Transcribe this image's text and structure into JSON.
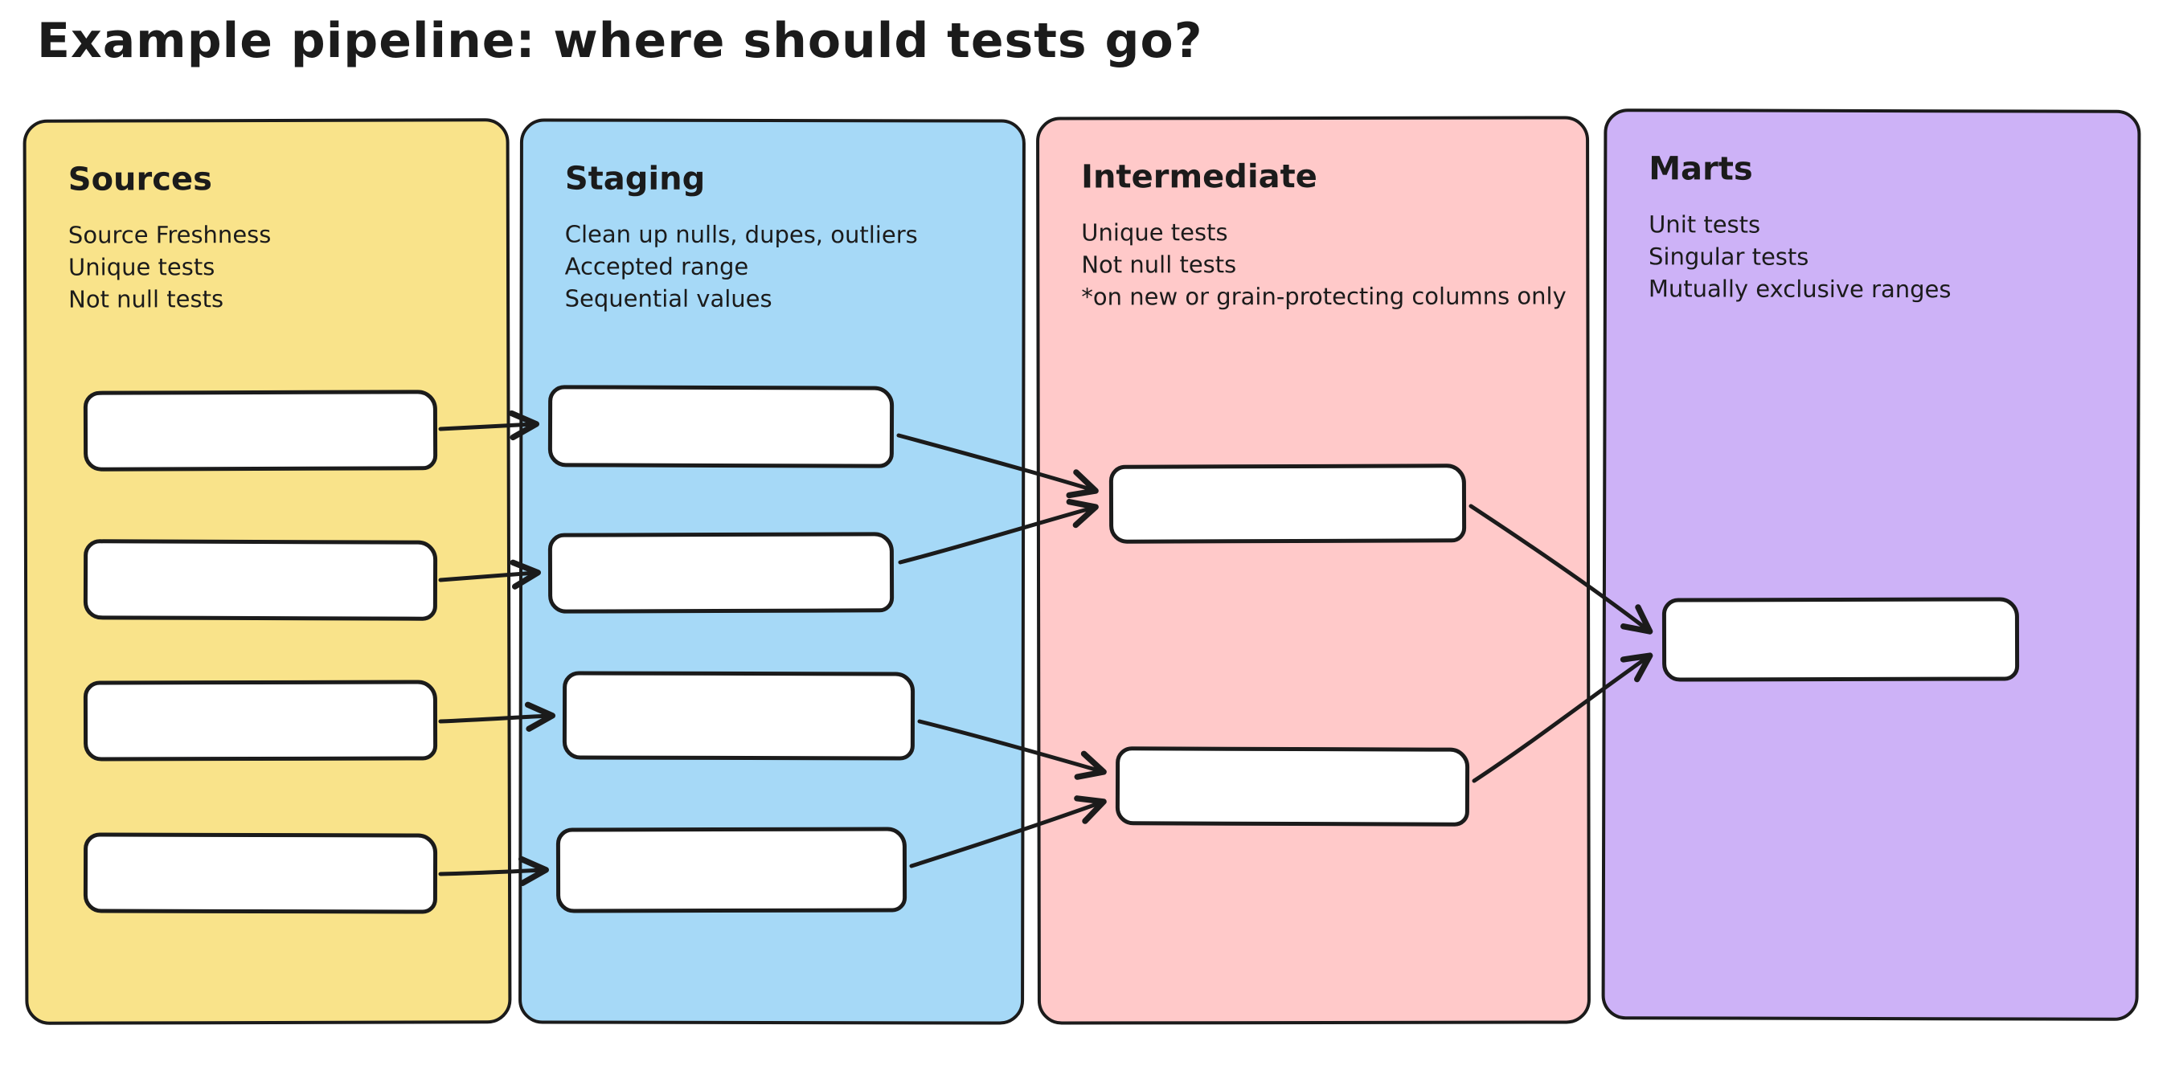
{
  "title": "Example pipeline: where should tests go?",
  "columns": {
    "sources": {
      "label": "Sources",
      "notes": [
        "Source Freshness",
        "Unique tests",
        "Not null tests"
      ],
      "node_count": 4
    },
    "staging": {
      "label": "Staging",
      "notes": [
        "Clean up nulls, dupes, outliers",
        "Accepted range",
        "Sequential values"
      ],
      "node_count": 4
    },
    "intermediate": {
      "label": "Intermediate",
      "notes": [
        "Unique tests",
        "Not null tests",
        "*on new or grain-protecting columns only"
      ],
      "node_count": 2
    },
    "marts": {
      "label": "Marts",
      "notes": [
        "Unit tests",
        "Singular tests",
        "Mutually exclusive ranges"
      ],
      "node_count": 1
    }
  },
  "colors": {
    "sources_fill": "#F9E38A",
    "staging_fill": "#A6D9F7",
    "intermediate_fill": "#FFC9C9",
    "marts_fill": "#CDB2F7",
    "node_fill": "#FFFFFF",
    "stroke": "#1B1B1B",
    "background": "#FFFFFF"
  },
  "edges": [
    {
      "from": "source-node-1",
      "to": "staging-node-1"
    },
    {
      "from": "source-node-2",
      "to": "staging-node-2"
    },
    {
      "from": "source-node-3",
      "to": "staging-node-3"
    },
    {
      "from": "source-node-4",
      "to": "staging-node-4"
    },
    {
      "from": "staging-node-1",
      "to": "intermediate-node-1"
    },
    {
      "from": "staging-node-2",
      "to": "intermediate-node-1"
    },
    {
      "from": "staging-node-3",
      "to": "intermediate-node-2"
    },
    {
      "from": "staging-node-4",
      "to": "intermediate-node-2"
    },
    {
      "from": "intermediate-node-1",
      "to": "marts-node-1"
    },
    {
      "from": "intermediate-node-2",
      "to": "marts-node-1"
    }
  ]
}
